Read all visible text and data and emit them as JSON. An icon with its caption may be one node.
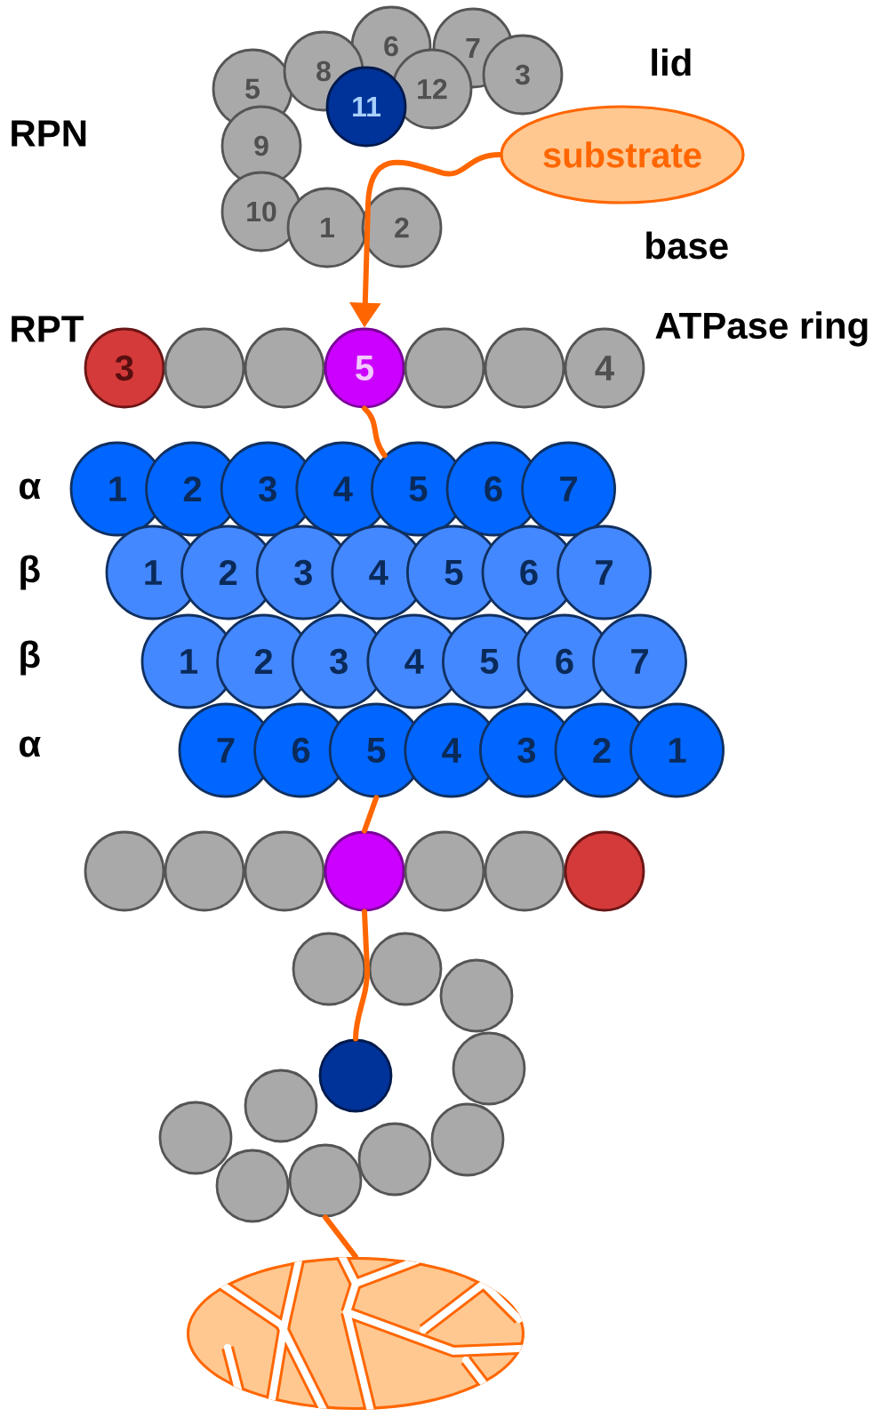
{
  "diagram": {
    "nodes": [
      {
        "text": [
          "5"
        ]
      },
      {
        "text": [
          "8"
        ]
      },
      {
        "text": [
          "6"
        ]
      },
      {
        "text": [
          "7"
        ]
      },
      {
        "text": [
          "3"
        ]
      },
      {
        "text": [
          "12"
        ]
      },
      {
        "text": [
          "11"
        ]
      },
      {
        "text": [
          "9"
        ]
      },
      {
        "text": [
          "10"
        ]
      },
      {
        "text": [
          "1"
        ]
      },
      {
        "text": [
          "2"
        ]
      },
      {
        "text": [
          "substrate"
        ]
      },
      {
        "text": [
          "3"
        ]
      },
      {
        "text": [],
        "shape": "circle"
      },
      {
        "text": [],
        "shape": "circle"
      },
      {
        "text": [
          "5"
        ]
      },
      {
        "text": [],
        "shape": "circle"
      },
      {
        "text": [],
        "shape": "circle"
      },
      {
        "text": [
          "4"
        ]
      },
      {
        "text": [
          "1"
        ]
      },
      {
        "text": [
          "2"
        ]
      },
      {
        "text": [
          "3"
        ]
      },
      {
        "text": [
          "4"
        ]
      },
      {
        "text": [
          "5"
        ]
      },
      {
        "text": [
          "6"
        ]
      },
      {
        "text": [
          "7"
        ]
      },
      {
        "text": [
          "1"
        ]
      },
      {
        "text": [
          "2"
        ]
      },
      {
        "text": [
          "3"
        ]
      },
      {
        "text": [
          "4"
        ]
      },
      {
        "text": [
          "5"
        ]
      },
      {
        "text": [
          "6"
        ]
      },
      {
        "text": [
          "7"
        ]
      },
      {
        "text": [
          "1"
        ]
      },
      {
        "text": [
          "2"
        ]
      },
      {
        "text": [
          "3"
        ]
      },
      {
        "text": [
          "4"
        ]
      },
      {
        "text": [
          "5"
        ]
      },
      {
        "text": [
          "6"
        ]
      },
      {
        "text": [
          "7"
        ]
      },
      {
        "text": [
          "7"
        ]
      },
      {
        "text": [
          "6"
        ]
      },
      {
        "text": [
          "5"
        ]
      },
      {
        "text": [
          "4"
        ]
      },
      {
        "text": [
          "3"
        ]
      },
      {
        "text": [
          "2"
        ]
      },
      {
        "text": [
          "1"
        ]
      },
      {
        "text": [],
        "shape": "circle"
      },
      {
        "text": [],
        "shape": "circle"
      },
      {
        "text": [],
        "shape": "circle"
      },
      {
        "text": [],
        "shape": "circle"
      },
      {
        "text": [],
        "shape": "circle"
      },
      {
        "text": [],
        "shape": "circle"
      },
      {
        "text": [],
        "shape": "circle"
      },
      {
        "text": [],
        "shape": "circle"
      },
      {
        "text": [],
        "shape": "circle"
      },
      {
        "text": [],
        "shape": "circle"
      },
      {
        "text": [],
        "shape": "circle"
      },
      {
        "text": [],
        "shape": "circle"
      },
      {
        "text": [],
        "shape": "circle"
      },
      {
        "text": [],
        "shape": "circle"
      },
      {
        "text": [],
        "shape": "circle"
      },
      {
        "text": [],
        "shape": "circle"
      },
      {
        "text": [],
        "shape": "circle"
      },
      {
        "text": [],
        "shape": "circle"
      },
      {
        "text": [],
        "shape": "picture"
      }
    ],
    "edges": [
      {
        "from": 11,
        "to": 15,
        "arrow": "to"
      },
      {
        "from": 15,
        "to": 23,
        "arrow": "none"
      },
      {
        "from": 42,
        "to": 50,
        "arrow": "none"
      },
      {
        "from": 50,
        "to": 58,
        "arrow": "none"
      },
      {
        "from": 64,
        "to": 65,
        "arrow": "none"
      }
    ],
    "labels": [
      "lid",
      "RPN",
      "base",
      "RPT",
      "ATPase ring",
      "α",
      "β",
      "β",
      "α"
    ]
  }
}
